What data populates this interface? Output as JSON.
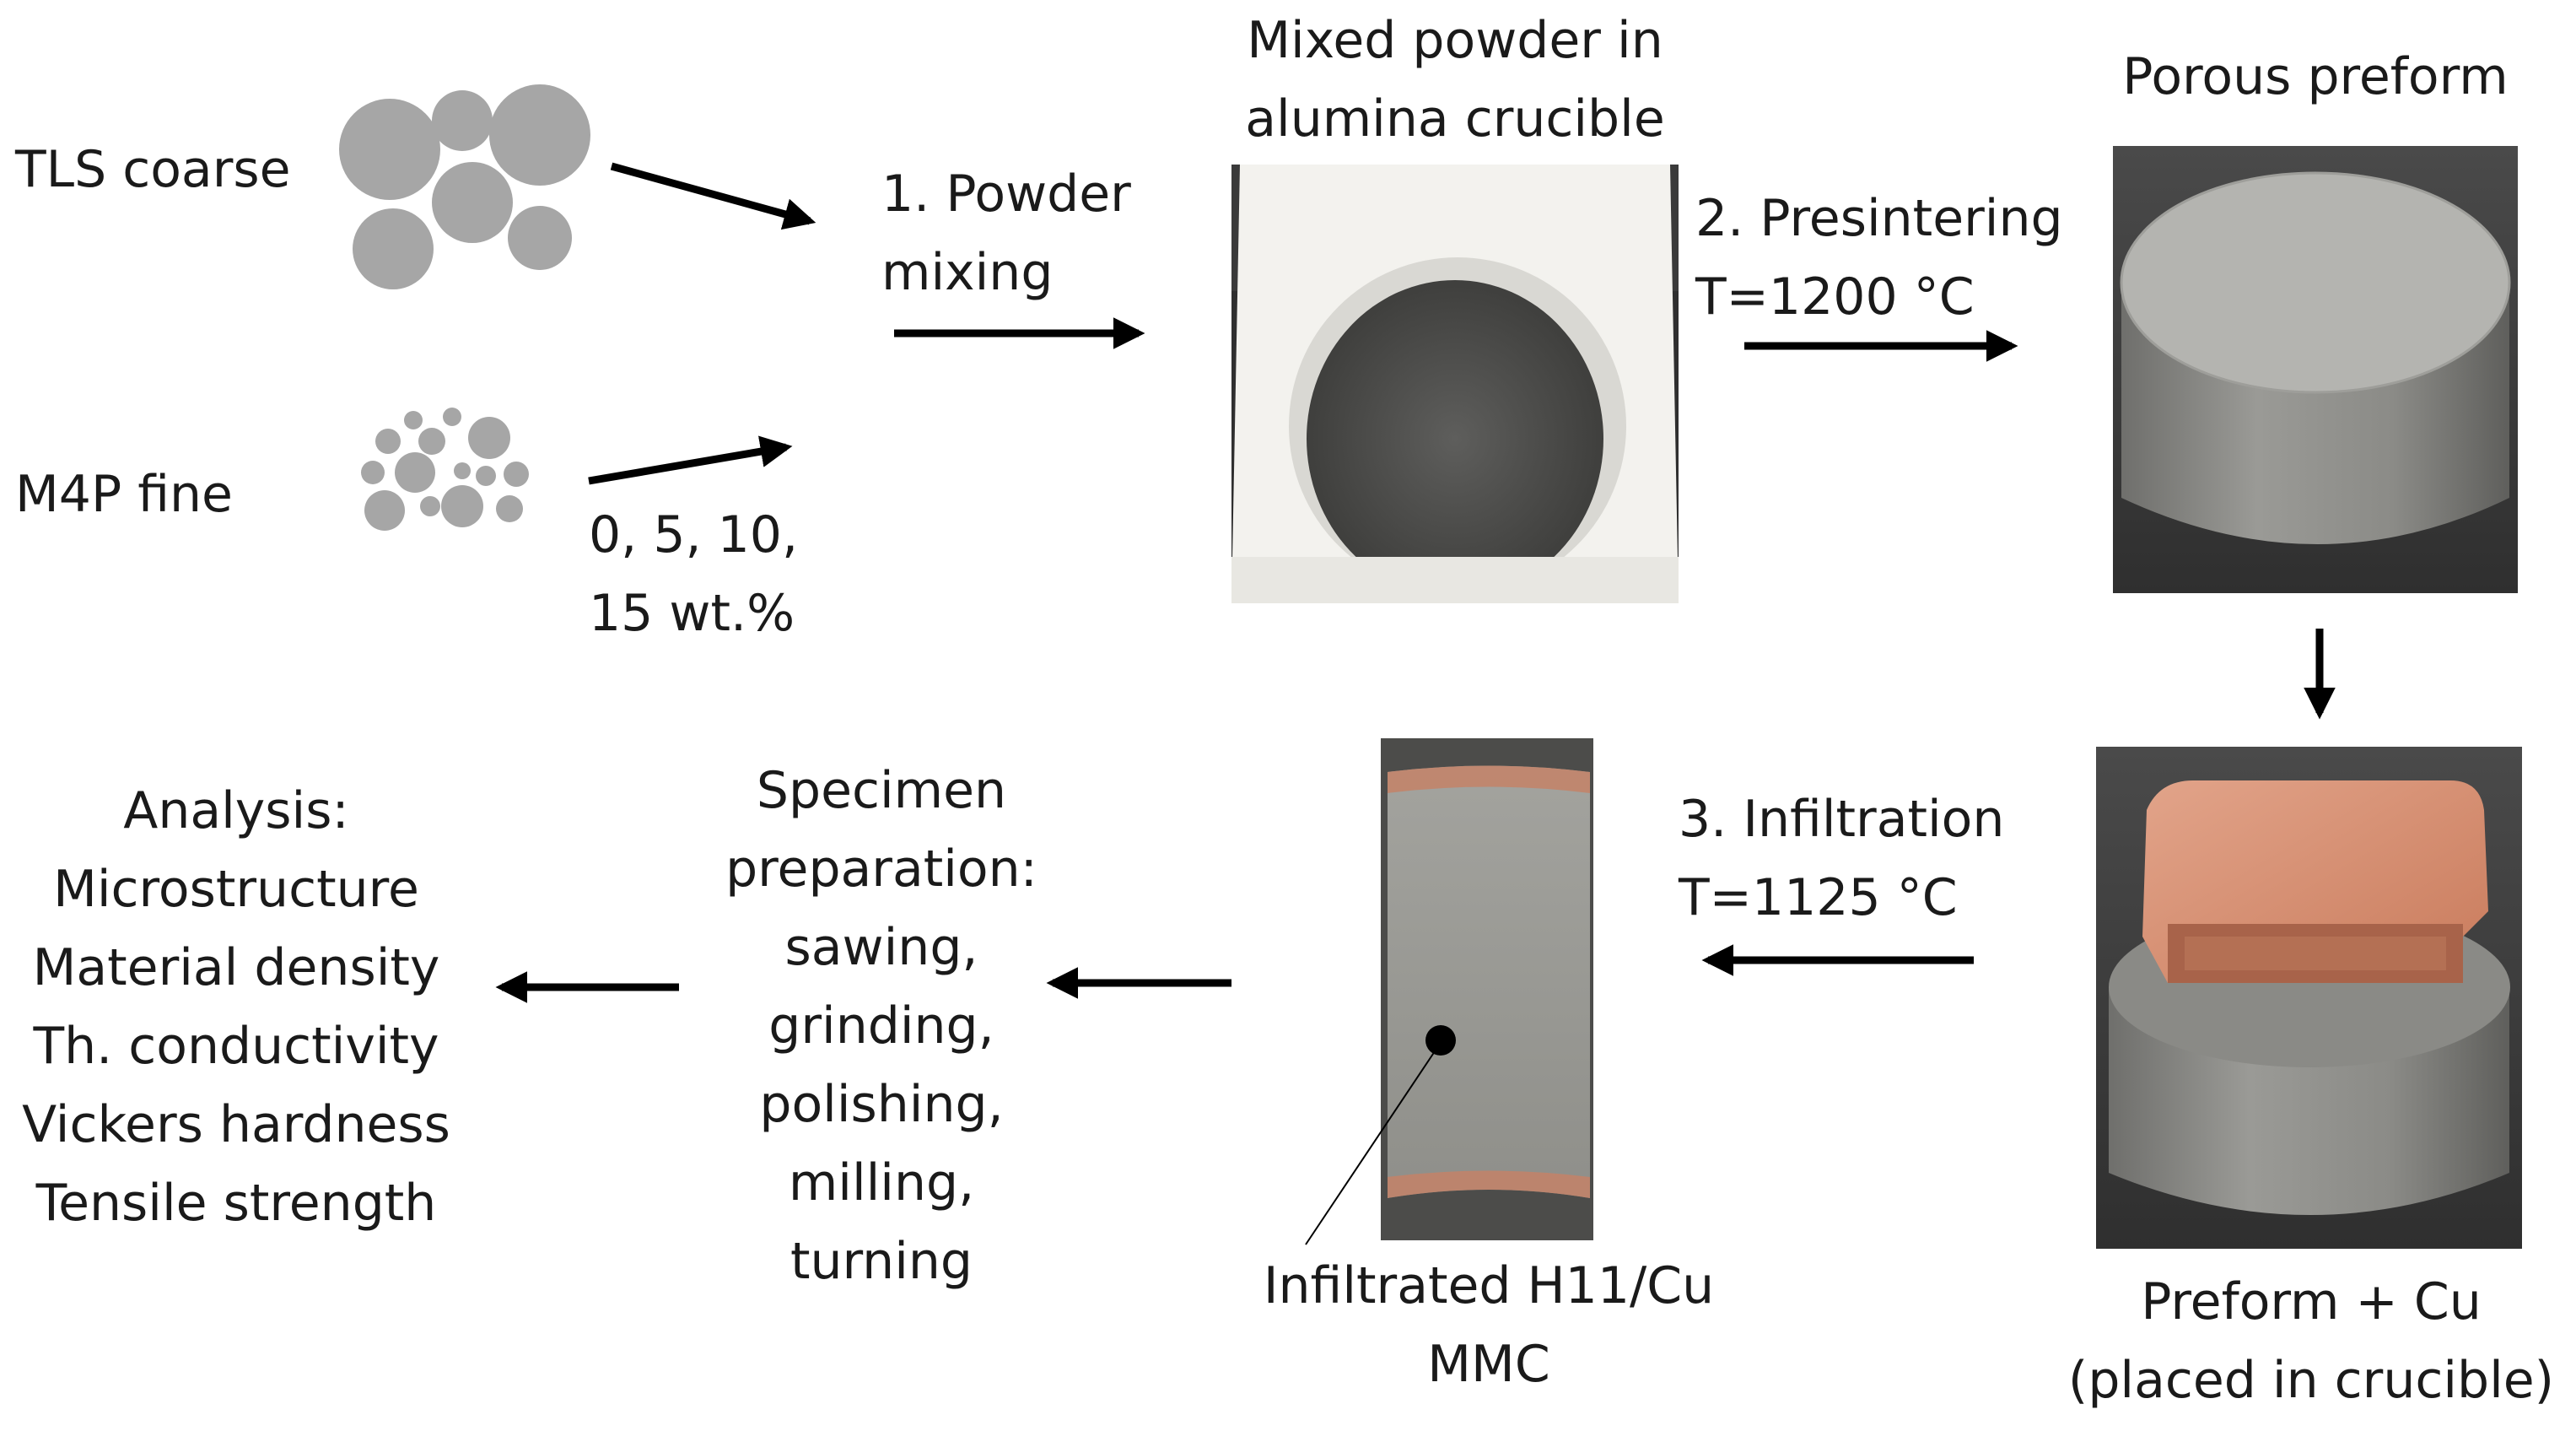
{
  "inputs": {
    "coarse_label": "TLS coarse",
    "fine_label": "M4P fine",
    "fine_fractions": [
      "0, 5, 10,",
      "15 wt.%"
    ]
  },
  "steps": {
    "mixing": [
      "1. Powder",
      "mixing"
    ],
    "presintering": [
      "2. Presintering",
      "T=1200 °C"
    ],
    "infiltration": [
      "3. Infiltration",
      "T=1125 °C"
    ]
  },
  "photos": {
    "mixed_powder": [
      "Mixed powder in",
      "alumina crucible"
    ],
    "porous_preform": "Porous preform",
    "preform_cu": [
      "Preform + Cu",
      "(placed in crucible)"
    ],
    "infiltrated": [
      "Infiltrated H11/Cu",
      "MMC"
    ]
  },
  "specimen_prep": [
    "Specimen",
    "preparation:",
    "sawing,",
    "grinding,",
    "polishing,",
    "milling,",
    "turning"
  ],
  "analysis": [
    "Analysis:",
    "Microstructure",
    "Material density",
    "Th. conductivity",
    "Vickers hardness",
    "Tensile strength"
  ],
  "colors": {
    "particle": "#a6a6a6",
    "arrow": "#000000",
    "copper": "#d08a68",
    "preform_gray": "#8e8e8a"
  }
}
